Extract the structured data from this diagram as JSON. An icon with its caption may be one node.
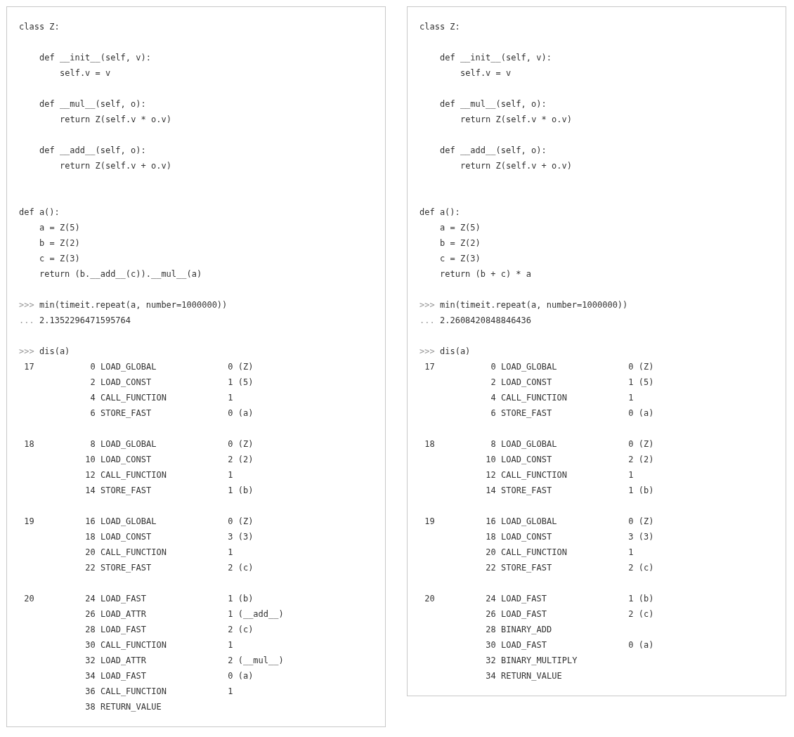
{
  "diagram": {
    "nodes": [
      {
        "text": [
          "class Z:",
          "def __init__(self, v):",
          "self.v = v",
          "def __mul__(self, o):",
          "return Z(self.v * o.v)",
          "def __add__(self, o):",
          "return Z(self.v + o.v)",
          "def a():",
          "a = Z(5)",
          "b = Z(2)",
          "c = Z(3)",
          "return (b.__add__(c)).__mul__(a)",
          ">>>",
          "min(timeit.repeat(a, number=1000000))",
          "...",
          "2.1352296471595764",
          ">>>",
          "dis(a)",
          "17",
          "0",
          "LOAD_GLOBAL",
          "0 (Z)",
          "2",
          "LOAD_CONST",
          "1 (5)",
          "4",
          "CALL_FUNCTION",
          "1",
          "6",
          "STORE_FAST",
          "0 (a)",
          "18",
          "8",
          "LOAD_GLOBAL",
          "0 (Z)",
          "10",
          "LOAD_CONST",
          "2 (2)",
          "12",
          "CALL_FUNCTION",
          "1",
          "14",
          "STORE_FAST",
          "1 (b)",
          "19",
          "16",
          "LOAD_GLOBAL",
          "0 (Z)",
          "18",
          "LOAD_CONST",
          "3 (3)",
          "20",
          "CALL_FUNCTION",
          "1",
          "22",
          "STORE_FAST",
          "2 (c)",
          "20",
          "24",
          "LOAD_FAST",
          "1 (b)",
          "26",
          "LOAD_ATTR",
          "1 (__add__)",
          "28",
          "LOAD_FAST",
          "2 (c)",
          "30",
          "CALL_FUNCTION",
          "1",
          "32",
          "LOAD_ATTR",
          "2 (__mul__)",
          "34",
          "LOAD_FAST",
          "0 (a)",
          "36",
          "CALL_FUNCTION",
          "1",
          "38",
          "RETURN_VALUE"
        ]
      },
      {
        "text": [
          "class Z:",
          "def __init__(self, v):",
          "self.v = v",
          "def __mul__(self, o):",
          "return Z(self.v * o.v)",
          "def __add__(self, o):",
          "return Z(self.v + o.v)",
          "def a():",
          "a = Z(5)",
          "b = Z(2)",
          "c = Z(3)",
          "return (b + c) * a",
          ">>>",
          "min(timeit.repeat(a, number=1000000))",
          "...",
          "2.2608420848846436",
          ">>>",
          "dis(a)",
          "17",
          "0",
          "LOAD_GLOBAL",
          "0 (Z)",
          "2",
          "LOAD_CONST",
          "1 (5)",
          "4",
          "CALL_FUNCTION",
          "1",
          "6",
          "STORE_FAST",
          "0 (a)",
          "18",
          "8",
          "LOAD_GLOBAL",
          "0 (Z)",
          "10",
          "LOAD_CONST",
          "2 (2)",
          "12",
          "CALL_FUNCTION",
          "1",
          "14",
          "STORE_FAST",
          "1 (b)",
          "19",
          "16",
          "LOAD_GLOBAL",
          "0 (Z)",
          "18",
          "LOAD_CONST",
          "3 (3)",
          "20",
          "CALL_FUNCTION",
          "1",
          "22",
          "STORE_FAST",
          "2 (c)",
          "20",
          "24",
          "LOAD_FAST",
          "1 (b)",
          "26",
          "LOAD_FAST",
          "2 (c)",
          "28",
          "BINARY_ADD",
          "30",
          "LOAD_FAST",
          "0 (a)",
          "32",
          "BINARY_MULTIPLY",
          "34",
          "RETURN_VALUE"
        ]
      }
    ]
  }
}
